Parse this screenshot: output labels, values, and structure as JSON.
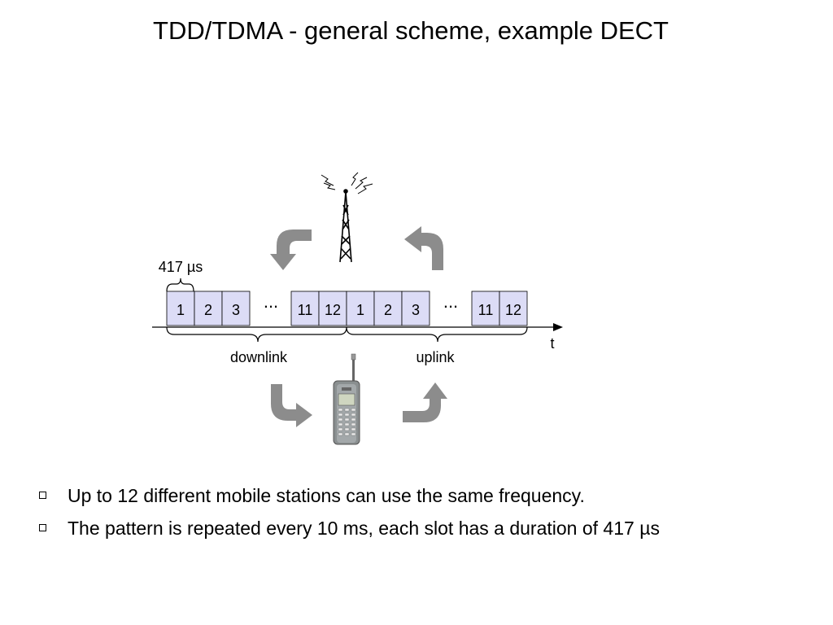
{
  "title": "TDD/TDMA - general scheme, example DECT",
  "diagram": {
    "slot_duration_label": "417 µs",
    "downlink_slots": [
      "1",
      "2",
      "3",
      "11",
      "12"
    ],
    "uplink_slots": [
      "1",
      "2",
      "3",
      "11",
      "12"
    ],
    "ellipsis": "...",
    "downlink_label": "downlink",
    "uplink_label": "uplink",
    "time_axis_label": "t",
    "colors": {
      "slot_fill": "#dcdcf6",
      "arrow": "#8c8c8c"
    },
    "icons": [
      "antenna-tower-icon",
      "mobile-phone-icon",
      "curved-arrow-icon"
    ]
  },
  "bullets": [
    "Up to 12 different mobile stations can use the same frequency.",
    "The pattern is repeated every 10 ms, each slot has a duration of 417 µs"
  ]
}
